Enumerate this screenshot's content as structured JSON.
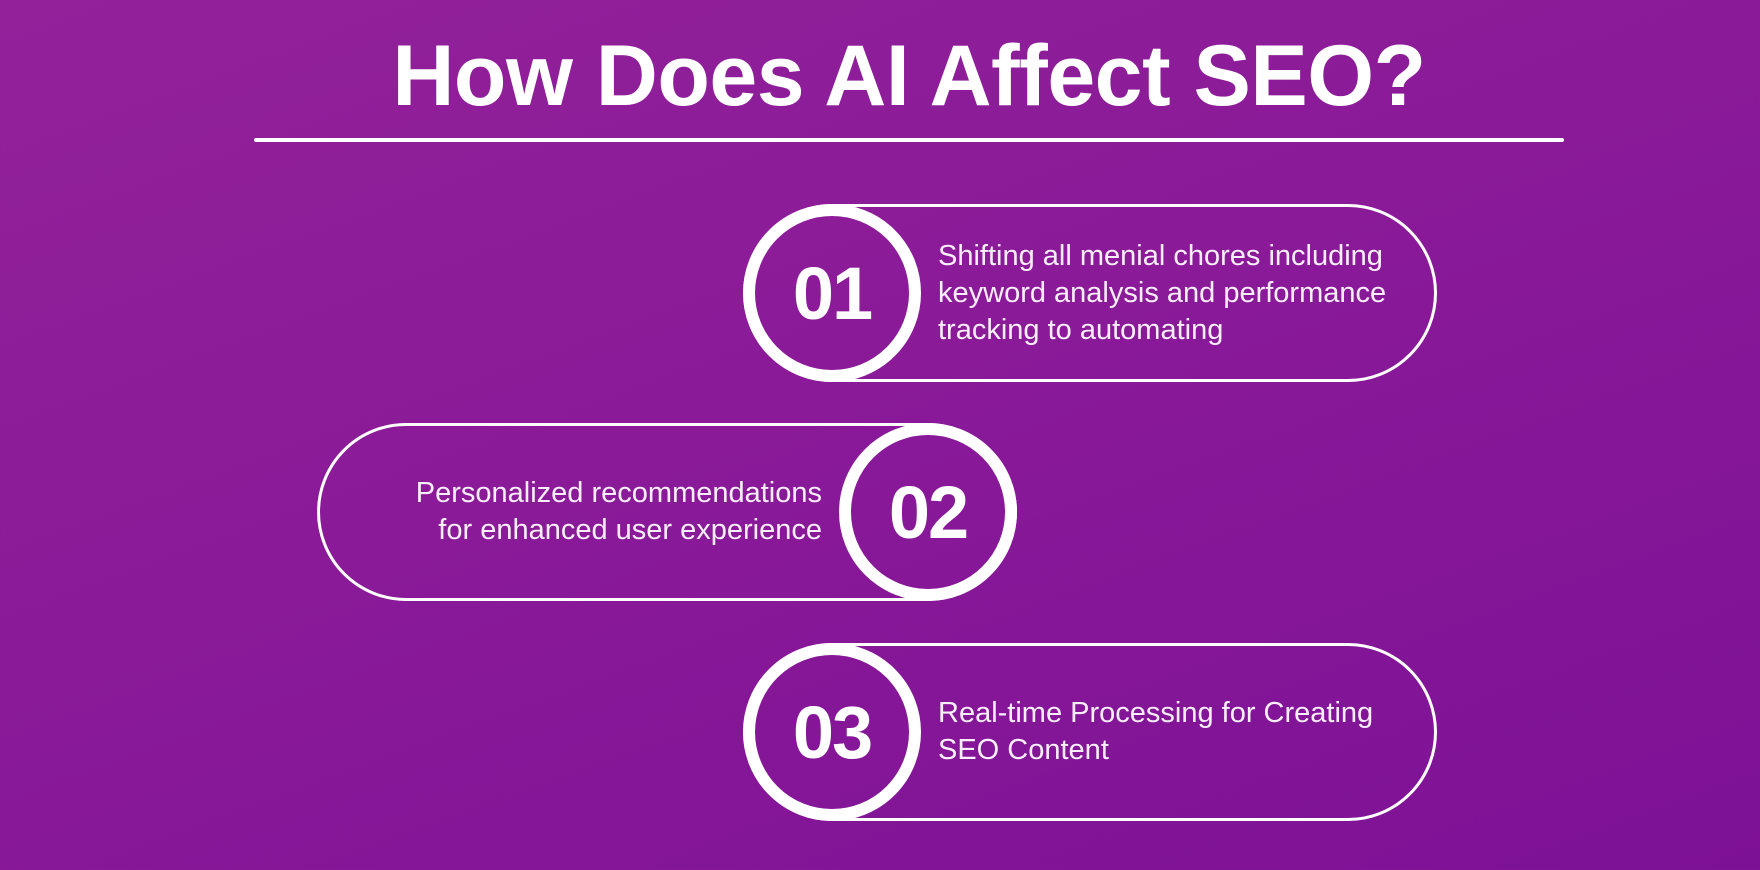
{
  "header": {
    "title": "How Does AI Affect SEO?"
  },
  "colors": {
    "background_start": "#93219a",
    "background_end": "#7d1196",
    "foreground": "#ffffff"
  },
  "items": [
    {
      "number": "01",
      "text": "Shifting all menial chores including\nkeyword analysis and performance\ntracking to automating",
      "circle_side": "left"
    },
    {
      "number": "02",
      "text": "Personalized recommendations\nfor enhanced user experience",
      "circle_side": "right"
    },
    {
      "number": "03",
      "text": "Real-time Processing for Creating\nSEO Content",
      "circle_side": "left"
    }
  ]
}
